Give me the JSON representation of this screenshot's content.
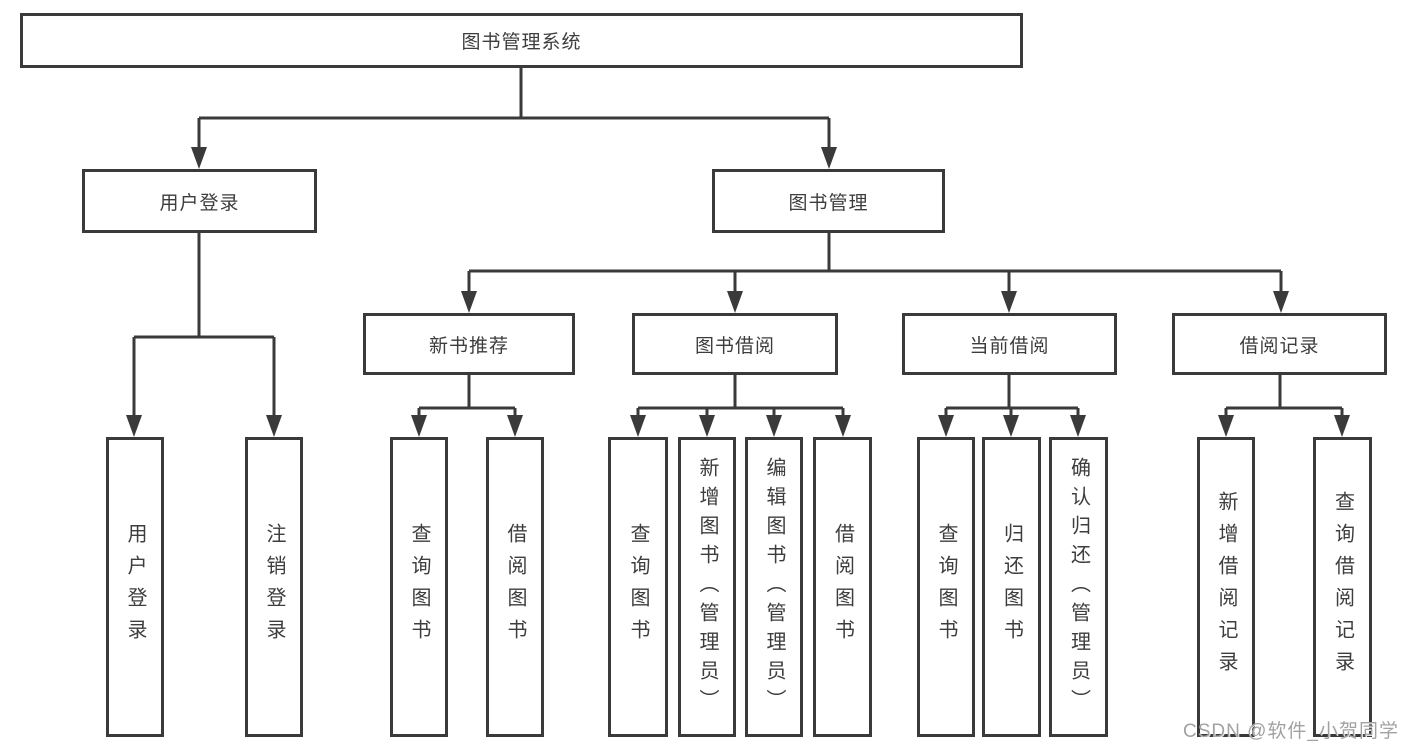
{
  "diagram": {
    "root_label": "图书管理系统",
    "user_branch": {
      "label": "用户登录",
      "children": [
        {
          "label": "用户登录"
        },
        {
          "label": "注销登录"
        }
      ]
    },
    "book_branch": {
      "label": "图书管理",
      "groups": [
        {
          "label": "新书推荐",
          "children": [
            {
              "label": "查询图书"
            },
            {
              "label": "借阅图书"
            }
          ]
        },
        {
          "label": "图书借阅",
          "children": [
            {
              "label": "查询图书"
            },
            {
              "label": "新增图书（管理员）"
            },
            {
              "label": "编辑图书（管理员）"
            },
            {
              "label": "借阅图书"
            }
          ]
        },
        {
          "label": "当前借阅",
          "children": [
            {
              "label": "查询图书"
            },
            {
              "label": "归还图书"
            },
            {
              "label": "确认归还（管理员）"
            }
          ]
        },
        {
          "label": "借阅记录",
          "children": [
            {
              "label": "新增借阅记录"
            },
            {
              "label": "查询借阅记录"
            }
          ]
        }
      ]
    },
    "watermark": "CSDN @软件_小贺同学",
    "colors": {
      "line": "#3a3a3a",
      "box_border": "#3a3a3a",
      "text": "#3d3d3d",
      "watermark": "#a2a2a2",
      "background": "#ffffff"
    }
  }
}
